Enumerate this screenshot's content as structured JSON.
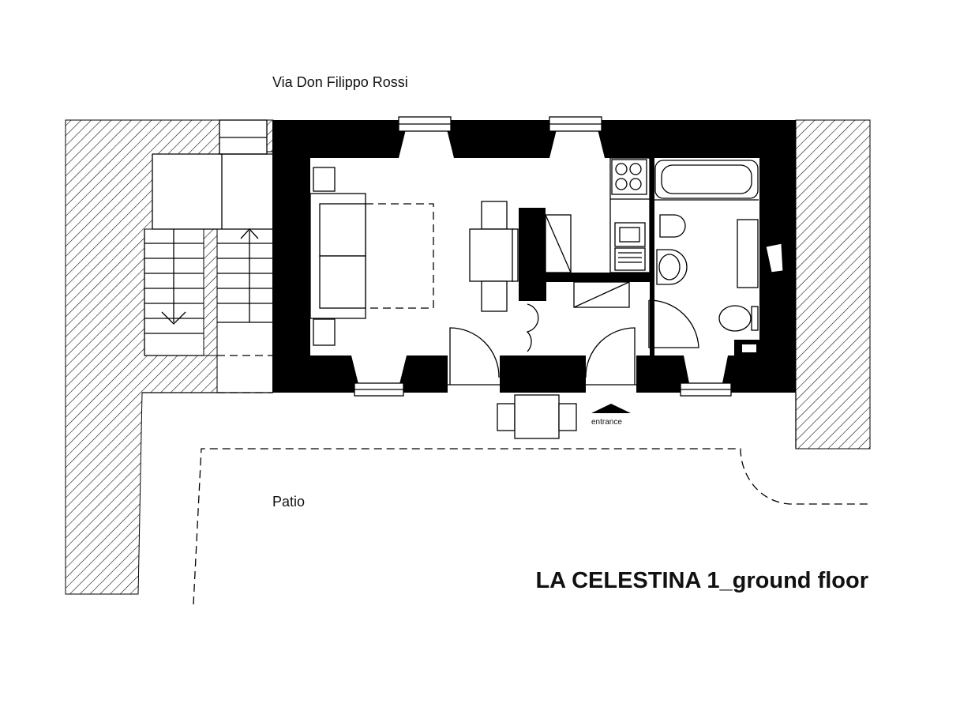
{
  "labels": {
    "street": "Via Don Filippo Rossi",
    "patio": "Patio",
    "entrance": "entrance",
    "title": "LA CELESTINA 1_ground floor"
  },
  "colors": {
    "wall": "#000000",
    "background": "#ffffff"
  }
}
